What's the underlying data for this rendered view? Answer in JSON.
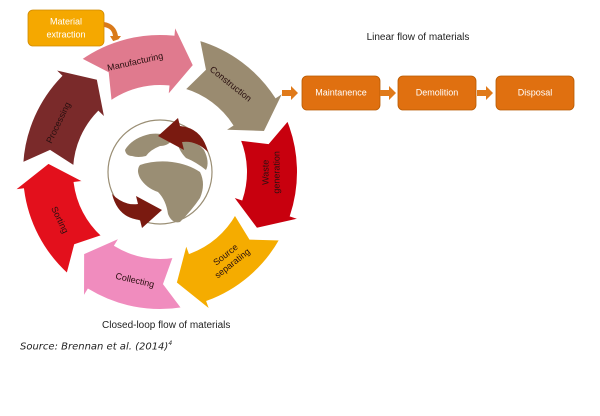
{
  "linear_flow": {
    "title": "Linear flow of materials",
    "steps": [
      {
        "label": "Maintanence",
        "color": "#E07010"
      },
      {
        "label": "Demolition",
        "color": "#E07010"
      },
      {
        "label": "Disposal",
        "color": "#E07010"
      }
    ],
    "arrow_color": "#E07A1A"
  },
  "material_extraction": {
    "label": "Material extraction",
    "line1": "Material",
    "line2": "extraction",
    "color": "#F5A800",
    "arrow_color": "#D97A1A"
  },
  "closed_loop": {
    "title": "Closed-loop flow of materials",
    "segments": [
      {
        "label": "Manufacturing",
        "lines": [
          "Manufacturing"
        ],
        "color": "#E07A8E"
      },
      {
        "label": "Construction",
        "lines": [
          "Construction"
        ],
        "color": "#9A8B70"
      },
      {
        "label": "Waste generation",
        "lines": [
          "Waste",
          "generation"
        ],
        "color": "#C8000E"
      },
      {
        "label": "Source separating",
        "lines": [
          "Source",
          "separating"
        ],
        "color": "#F5AC00"
      },
      {
        "label": "Collecting",
        "lines": [
          "Collecting"
        ],
        "color": "#F08CBE"
      },
      {
        "label": "Sorting",
        "lines": [
          "Sorting"
        ],
        "color": "#E3101C"
      },
      {
        "label": "Processing",
        "lines": [
          "Processing"
        ],
        "color": "#7A2A2A"
      }
    ],
    "globe": {
      "land_color": "#9A8E74",
      "arrow_color": "#7A1A10"
    }
  },
  "source": {
    "text": "Source: Brennan et al. (2014)",
    "superscript": "4"
  }
}
